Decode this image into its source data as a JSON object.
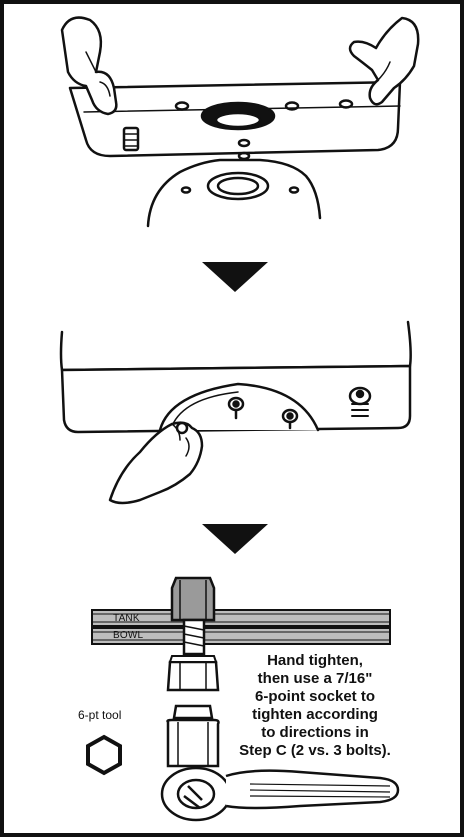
{
  "labels": {
    "tank": "TANK",
    "bowl": "BOWL",
    "tool": "6-pt tool"
  },
  "instructions": [
    "Hand tighten,",
    "then use a 7/16\"",
    "6-point socket to",
    "tighten according",
    "to directions in",
    "Step C (2 vs. 3 bolts)."
  ],
  "colors": {
    "border": "#111111",
    "line": "#111111",
    "gray_band": "#bdbdbd",
    "socket_fill": "#9a9a9a",
    "background": "#ffffff"
  },
  "icons": [
    "down-arrow-icon",
    "hex-socket-icon"
  ]
}
